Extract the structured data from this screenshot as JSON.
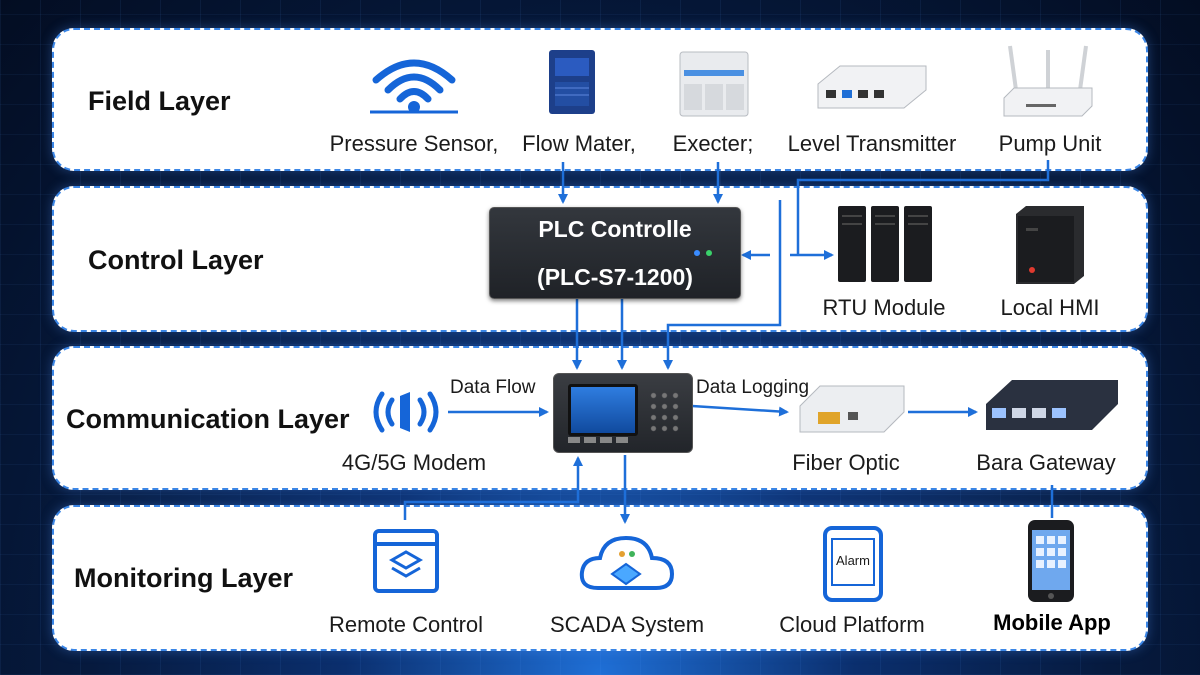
{
  "layers": {
    "field": "Field Layer",
    "control": "Control Layer",
    "communication": "Communication Layer",
    "monitoring": "Monitoring Layer"
  },
  "field_devices": {
    "pressure_sensor": "Pressure Sensor,",
    "flow_meter": "Flow Mater,",
    "executor": "Execter;",
    "level_transmitter": "Level Transmitter",
    "pump_unit": "Pump Unit"
  },
  "control": {
    "plc_line1": "PLC Controlle",
    "plc_line2": "(PLC-S7-1200)",
    "rtu": "RTU Module",
    "hmi": "Local HMI"
  },
  "communication": {
    "modem": "4G/5G Modem",
    "data_flow": "Data Flow",
    "data_logging": "Data Logging",
    "fiber": "Fiber Optic",
    "gateway": "Bara Gateway"
  },
  "monitoring": {
    "remote": "Remote Control",
    "scada": "SCADA System",
    "cloud": "Cloud Platform",
    "mobile": "Mobile App",
    "alarm": "Alarm"
  },
  "colors": {
    "accent": "#1f6fd6",
    "panel_border": "#3b86e6",
    "wire": "#1e6fd9"
  }
}
